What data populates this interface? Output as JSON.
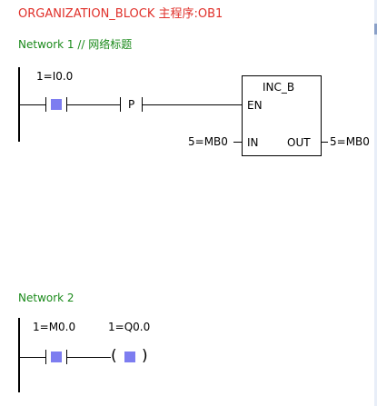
{
  "page": {
    "title": "ORGANIZATION_BLOCK 主程序:OB1",
    "title_color": "#e0302a"
  },
  "colors": {
    "network_label": "#1a8a1a",
    "placeholder_fill": "#7d7df0",
    "rung": "#000000"
  },
  "network1": {
    "title": "Network 1 // 网络标题",
    "contact_address": "1=I0.0",
    "edge_contact_label": "P",
    "block": {
      "name": "INC_B",
      "en_label": "EN",
      "in_label": "IN",
      "out_label": "OUT",
      "in_operand": "5=MB0",
      "out_operand": "5=MB0"
    }
  },
  "network2": {
    "title": "Network 2",
    "contact_address": "1=M0.0",
    "coil_address": "1=Q0.0",
    "coil_open": "(",
    "coil_close": ")"
  }
}
